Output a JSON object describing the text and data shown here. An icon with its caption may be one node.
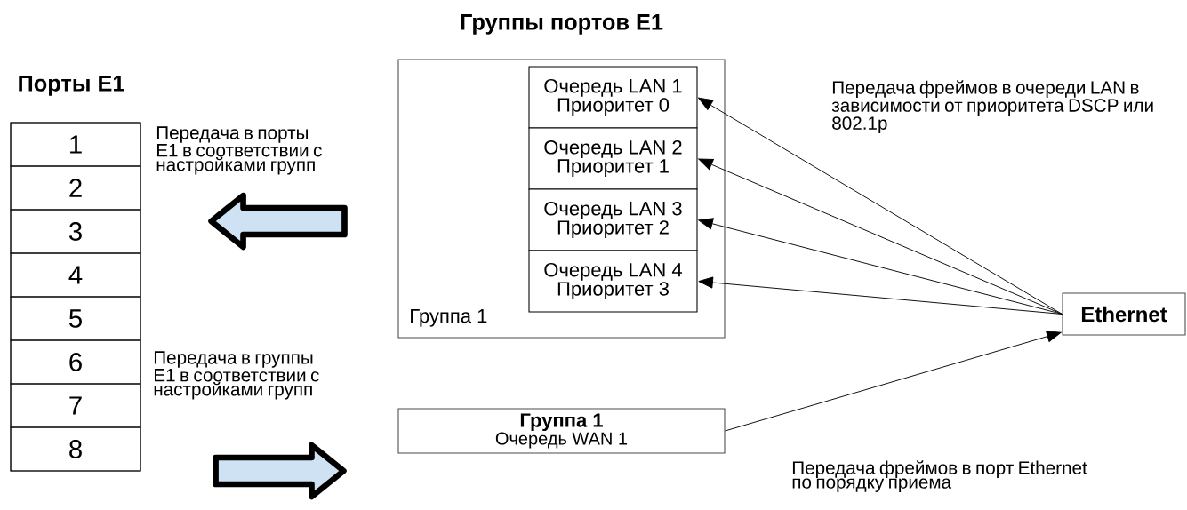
{
  "diagram": {
    "nodes": [
      {
        "text": [
          "Порты E1"
        ]
      },
      {
        "text": [
          "1"
        ],
        "in": 0
      },
      {
        "text": [
          "2"
        ],
        "in": 0
      },
      {
        "text": [
          "3"
        ],
        "in": 0
      },
      {
        "text": [
          "4"
        ],
        "in": 0
      },
      {
        "text": [
          "5"
        ],
        "in": 0
      },
      {
        "text": [
          "6"
        ],
        "in": 0
      },
      {
        "text": [
          "7"
        ],
        "in": 0
      },
      {
        "text": [
          "8"
        ],
        "in": 0
      },
      {
        "text": [
          "Группы портов E1",
          "Группа 1"
        ]
      },
      {
        "text": [
          "Очередь LAN 1",
          "Приоритет 0"
        ],
        "in": 9
      },
      {
        "text": [
          "Очередь LAN 2",
          "Приоритет 1"
        ],
        "in": 9
      },
      {
        "text": [
          "Очередь LAN 3",
          "Приоритет 2"
        ],
        "in": 9
      },
      {
        "text": [
          "Очередь LAN 4",
          "Приоритет 3"
        ],
        "in": 9
      },
      {
        "text": [
          "Группа 1",
          "Очередь WAN 1"
        ]
      },
      {
        "text": [
          "Ethernet"
        ]
      }
    ],
    "edges": [
      {
        "from": 15,
        "to": 10,
        "arrow": "to"
      },
      {
        "from": 15,
        "to": 11,
        "arrow": "to"
      },
      {
        "from": 15,
        "to": 12,
        "arrow": "to"
      },
      {
        "from": 15,
        "to": 13,
        "arrow": "to"
      },
      {
        "from": 14,
        "to": 15,
        "arrow": "to"
      },
      {
        "from": 9,
        "to": 0,
        "arrow": "to",
        "style": "thick",
        "color": "#cfe2f3"
      },
      {
        "from": 0,
        "to": 14,
        "arrow": "to",
        "style": "thick",
        "color": "#cfe2f3"
      }
    ],
    "labels": [
      "Передача в порты E1 в соответствии с настройками групп",
      "Передача в группы E1 в соответствии с настройками групп",
      "Передача фреймов в очереди LAN в зависимости от приоритета DSCP или 802.1p",
      "Передача фреймов в порт Ethernet по порядку приема"
    ]
  }
}
